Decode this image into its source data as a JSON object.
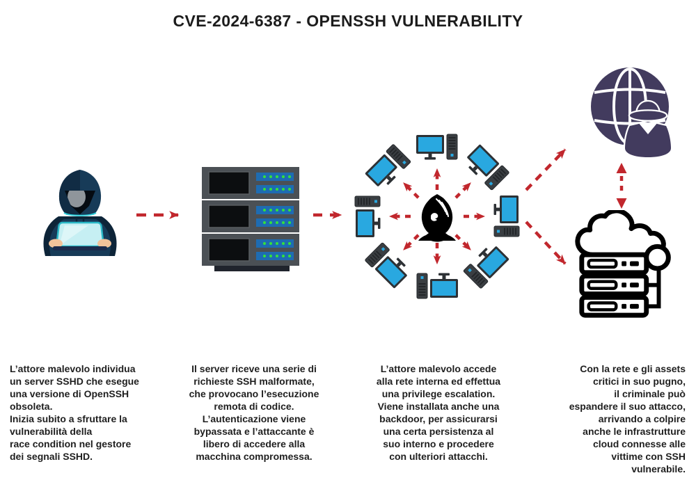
{
  "title": "CVE-2024-6387 - OPENSSH VULNERABILITY",
  "colors": {
    "arrow_red": "#c1272d",
    "hoodie_navy": "#173b58",
    "hoodie_shadow_navy": "#0d2438",
    "laptop_cyan": "#c6eff3",
    "laptop_edge_cyan": "#2ab8c6",
    "skin": "#f3c39a",
    "rack_gray": "#4b5055",
    "rack_panel_blue": "#1e6cb2",
    "led_green": "#35e03c",
    "workstation_screen_blue": "#29a8e0",
    "workstation_dark": "#2d3135",
    "globe_purple": "#423b5e",
    "outline_black": "#000000",
    "text": "#1f1f1f"
  },
  "stages": [
    {
      "icon": "hacker-laptop-icon",
      "description": "L’attore malevolo individua\nun server SSHD che esegue\nuna versione di OpenSSH\nobsoleta.\nInizia subito a sfruttare la\nvulnerabilità della\nrace condition nel gestore\ndei segnali SSHD."
    },
    {
      "icon": "server-rack-icon",
      "description": "Il server riceve una serie di\nrichieste SSH malformate,\nche provocano l’esecuzione\nremota di codice.\nL’autenticazione viene\nbypassata e l’attaccante è\nlibero di accedere alla\nmacchina compromessa."
    },
    {
      "icon": "network-compromise-icon",
      "description": "L’attore malevolo accede\nalla rete interna ed effettua\nuna privilege escalation.\nViene installata anche una\nbackdoor, per assicurarsi\nuna certa persistenza al\nsuo interno e procedere\ncon ulteriori attacchi."
    },
    {
      "icons": [
        "globe-spy-icon",
        "cloud-server-icon"
      ],
      "description": "Con la rete e gli assets\ncritici in suo pugno,\nil criminale può\nespandere il suo attacco,\narrivando a colpire\nanche le infrastrutture\ncloud connesse alle\nvittime con SSH\nvulnerabile."
    }
  ]
}
